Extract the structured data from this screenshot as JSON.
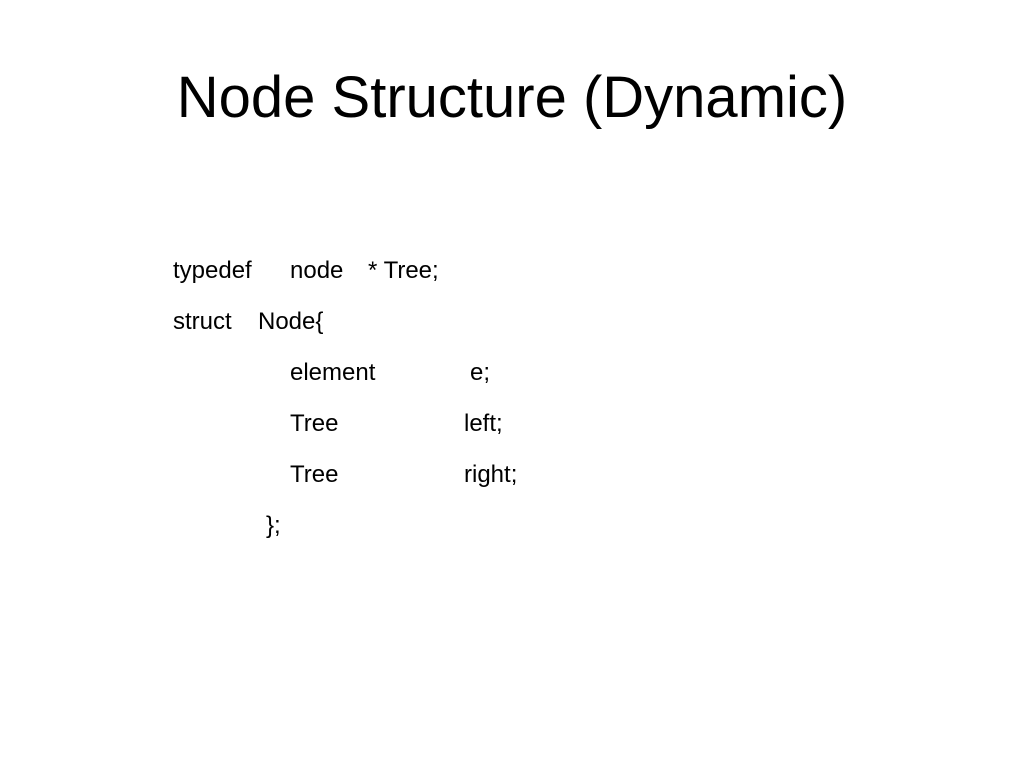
{
  "slide": {
    "title": "Node Structure (Dynamic)",
    "code": {
      "line1_keyword": "typedef",
      "line1_type": "node",
      "line1_alias": "* Tree;",
      "line2_keyword": "struct",
      "line2_name": "Node{",
      "line3_type": "element",
      "line3_field": "e;",
      "line4_type": "Tree",
      "line4_field": "left;",
      "line5_type": "Tree",
      "line5_field": "right;",
      "line6_close": "};"
    }
  }
}
